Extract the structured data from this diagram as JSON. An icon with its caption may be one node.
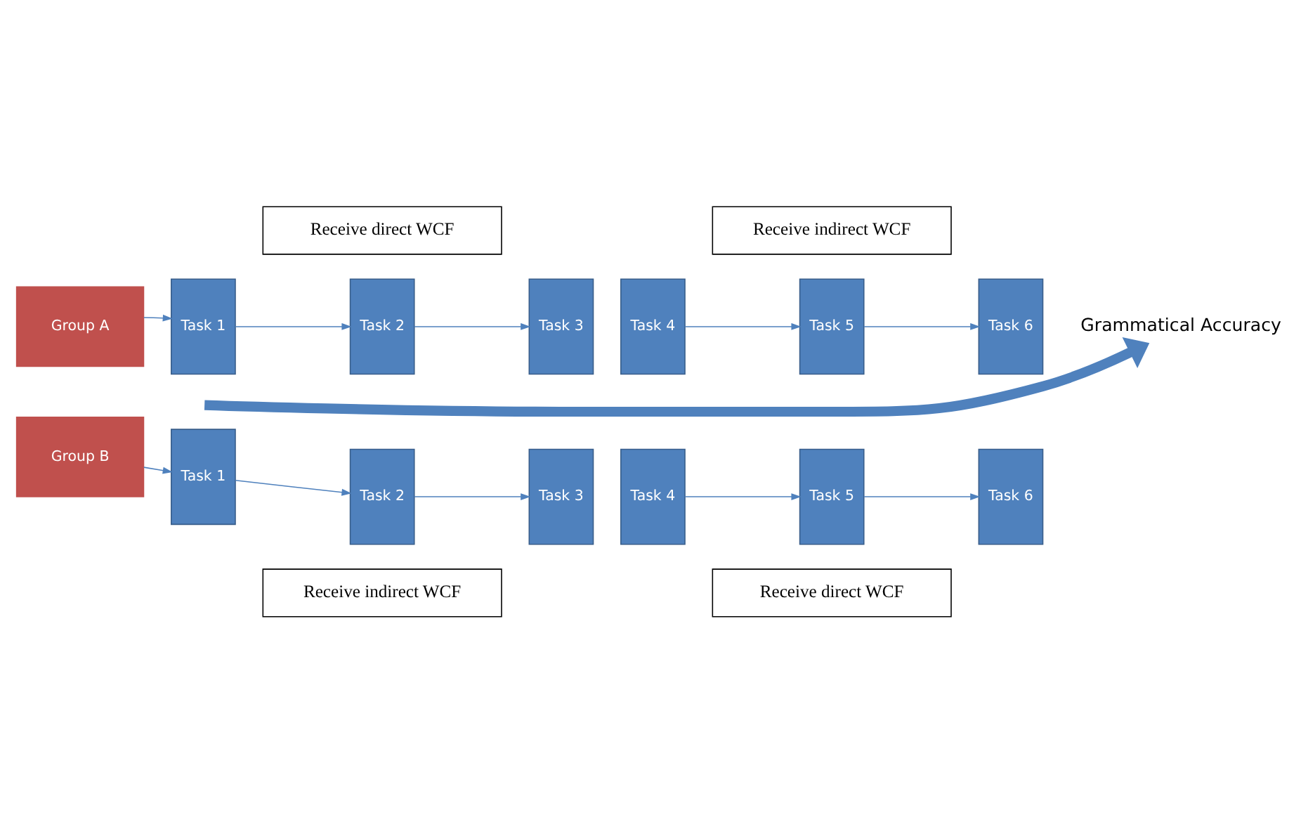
{
  "diagram": {
    "nodes": [
      {
        "text": [
          "Receive direct WCF"
        ]
      },
      {
        "text": [
          "Receive indirect WCF"
        ]
      },
      {
        "text": [
          "Group A"
        ]
      },
      {
        "text": [
          "Task 1"
        ]
      },
      {
        "text": [
          "Task 2"
        ]
      },
      {
        "text": [
          "Task 3"
        ]
      },
      {
        "text": [
          "Task 4"
        ]
      },
      {
        "text": [
          "Task 5"
        ]
      },
      {
        "text": [
          "Task 6"
        ]
      },
      {
        "text": [
          "Grammatical Accuracy"
        ]
      },
      {
        "text": [
          "Group B"
        ]
      },
      {
        "text": [
          "Task 1"
        ]
      },
      {
        "text": [
          "Task 2"
        ]
      },
      {
        "text": [
          "Task 3"
        ]
      },
      {
        "text": [
          "Task 4"
        ]
      },
      {
        "text": [
          "Task 5"
        ]
      },
      {
        "text": [
          "Task 6"
        ]
      },
      {
        "text": [
          "Receive indirect WCF"
        ]
      },
      {
        "text": [
          "Receive direct WCF"
        ]
      }
    ],
    "edges": [
      {
        "from": 2,
        "to": 3,
        "arrow": "to"
      },
      {
        "from": 3,
        "to": 4,
        "arrow": "to"
      },
      {
        "from": 4,
        "to": 5,
        "arrow": "to"
      },
      {
        "from": 6,
        "to": 7,
        "arrow": "to"
      },
      {
        "from": 7,
        "to": 8,
        "arrow": "to"
      },
      {
        "from": null,
        "to": 9,
        "arrow": "to",
        "style": "thick"
      },
      {
        "from": 10,
        "to": 11,
        "arrow": "to"
      },
      {
        "from": 11,
        "to": 12,
        "arrow": "to"
      },
      {
        "from": 12,
        "to": 13,
        "arrow": "to"
      },
      {
        "from": 14,
        "to": 15,
        "arrow": "to"
      },
      {
        "from": 15,
        "to": 16,
        "arrow": "to"
      }
    ]
  }
}
